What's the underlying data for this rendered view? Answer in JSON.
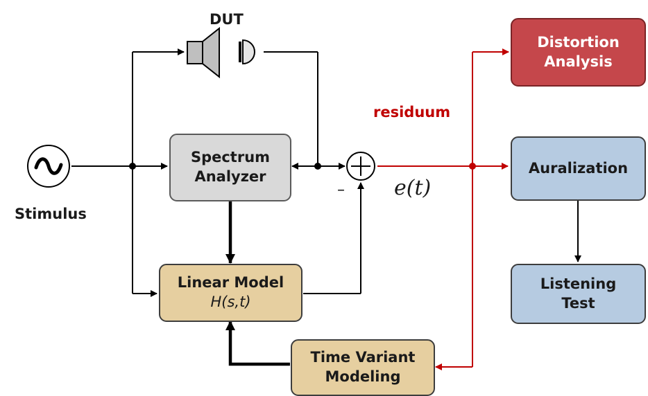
{
  "labels": {
    "dut": "DUT",
    "stimulus": "Stimulus",
    "residuum": "residuum",
    "error_signal": "e(t)",
    "minus_sign": "–"
  },
  "blocks": {
    "spectrum_analyzer": {
      "line1": "Spectrum",
      "line2": "Analyzer"
    },
    "linear_model": {
      "line1": "Linear Model",
      "line2": "H(s,t)"
    },
    "time_variant_modeling": {
      "line1": "Time Variant",
      "line2": "Modeling"
    },
    "distortion_analysis": {
      "line1": "Distortion",
      "line2": "Analysis"
    },
    "auralization": {
      "line1": "Auralization"
    },
    "listening_test": {
      "line1": "Listening",
      "line2": "Test"
    }
  },
  "colors": {
    "signal_line": "#000000",
    "residuum_line": "#c00000",
    "spectrum_fill": "#d9d9d9",
    "model_fill": "#e6cfa0",
    "output_fill": "#b6cbe1",
    "distortion_fill": "#c5474b"
  },
  "icons": [
    "sine-source-icon",
    "loudspeaker-icon",
    "microphone-icon",
    "summing-junction-icon"
  ]
}
